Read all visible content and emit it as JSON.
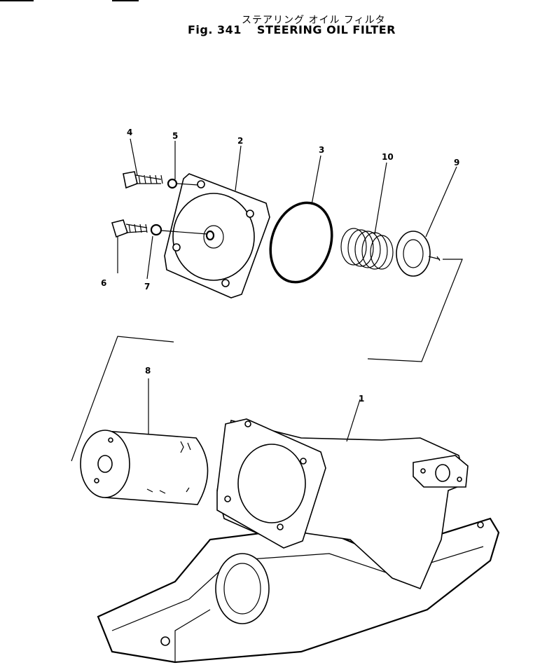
{
  "title": {
    "japanese": "ステアリング オイル フィルタ",
    "figure_label": "Fig. 341",
    "english": "STEERING OIL FILTER"
  },
  "callouts": {
    "p1": "1",
    "p2": "2",
    "p3": "3",
    "p4": "4",
    "p5": "5",
    "p6": "6",
    "p7": "7",
    "p8": "8",
    "p9": "9",
    "p10": "10"
  }
}
